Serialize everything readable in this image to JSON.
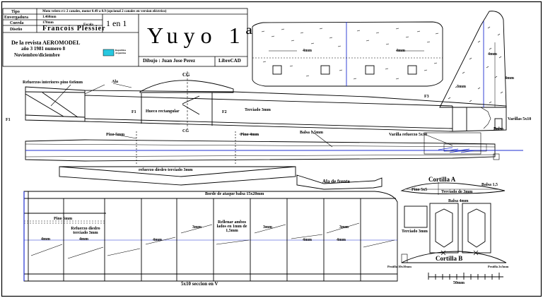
{
  "title_block": {
    "row_labels": {
      "tipo": "Tipo",
      "envergadura": "Envergadura",
      "cuerda": "Cuerda",
      "diseno": "Diseño"
    },
    "tipo_value": "Moto velero r/c 2 canales, motor 0.49 a 0.9 (opcional 2 canales en version eléctrico)",
    "envergadura_value": "1.460mm",
    "cuerda_value": "170mm",
    "escala_label": "Escala",
    "escala_value": "1 en 1",
    "designer": "Francois Plessier",
    "source_line1": "De la revista AEROMODEL",
    "source_line2": "año 3  1981 numero 8",
    "source_line3": "Noviembre/diciembre",
    "badge_text": "Republica Argentina",
    "model_name": "Yuyo 1ª",
    "drawing_credit": "Dibujo : Juan Jose Perez",
    "software": "LibreCAD"
  },
  "fuselage": {
    "note_refuerzos": "Refuerzos interiores pino 6x6mm",
    "label_ala": "Ala",
    "label_cg": "CG",
    "label_cg_bottom": "CG",
    "label_f1_left": "F1",
    "label_f1": "F1",
    "label_f2": "F2",
    "label_f3": "F3",
    "note_hueco": "Hueco rectangular",
    "note_terciado": "Terciado 3mm",
    "note_balsa": "Balsa 1,5mm",
    "note_varilla": "Varilla refuerzo 5x10",
    "note_pino_5": "Pino 5mm",
    "note_pino_4": "Pino 4mm",
    "note_terciado_low": "refuerzo diedro terciado 3mm",
    "note_varilla_deriva": "Varillas 5x10",
    "note_balsa_tail": "Balsa"
  },
  "stabilizer": {
    "dim_left": "4mm",
    "dim_right": "4mm"
  },
  "fin": {
    "dim_a": "4mm",
    "dim_b": "3mm",
    "dim_c": "4mm"
  },
  "wing": {
    "front_label": "Ala de frente",
    "top_note": "Borde de ataque balsa 15x20mm",
    "bottom_note": "5x10 seccion en V",
    "pino_note": "Pino 5mm",
    "refuerzo_note": "Refuerzo diedro terciado 3mm",
    "rib_dims": [
      "4mm",
      "4mm",
      "4mm",
      "3mm",
      "3mm",
      "3mm",
      "4mm",
      "4mm"
    ],
    "bay_center_note": "Rellenar ambos lados en 1mm de 1,5mm"
  },
  "sections": {
    "a_title": "Cortilla A",
    "a_pino": "Pino 5x5",
    "a_terciado": "Terciado de 3mm",
    "a_balsa": "Balsa 1,5",
    "balsa_4mm": "Balsa 4mm",
    "terciado_3mm": "Terciado 3mm",
    "b_title": "Cortilla B",
    "b_left": "Pestilla 10x10mm",
    "b_right": "Pestilla 2x5mm"
  },
  "scale_bar": {
    "label": "50mm"
  },
  "colors": {
    "line": "#000000",
    "spar": "#1f2fd0",
    "badge": "#28c8e0"
  }
}
